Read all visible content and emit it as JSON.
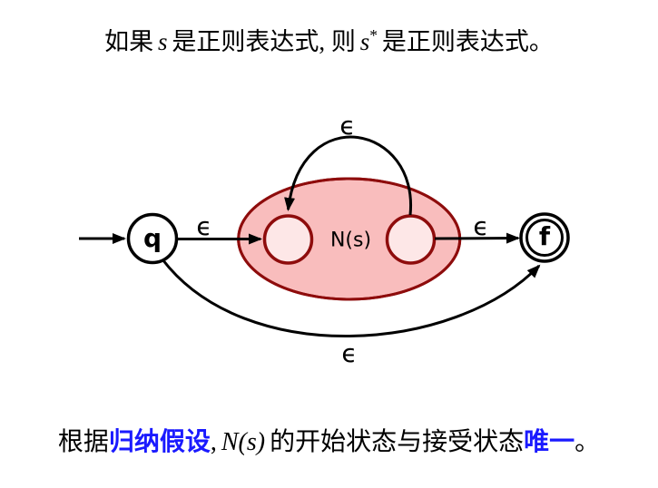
{
  "title": {
    "pre": "如果",
    "math_s": "s",
    "mid": "是正则表达式, 则",
    "math_s_base": "s",
    "math_s_sup": "*",
    "post": "是正则表达式。"
  },
  "diagram": {
    "start_label": "q",
    "accept_label": "f",
    "machine_label": "N(s)",
    "epsilon": "ϵ"
  },
  "colors": {
    "machine_fill": "#f9bdbd",
    "machine_stroke": "#8e0c0c",
    "inner_state_fill": "#fde7e7",
    "edge_black": "#000000",
    "highlight_blue": "#1a1aff"
  },
  "footer": {
    "pre": "根据",
    "highlight1": "归纳假设",
    "comma": ",",
    "math": "N(s)",
    "mid": "的开始状态与接受状态",
    "highlight2": "唯一",
    "period": "。"
  }
}
